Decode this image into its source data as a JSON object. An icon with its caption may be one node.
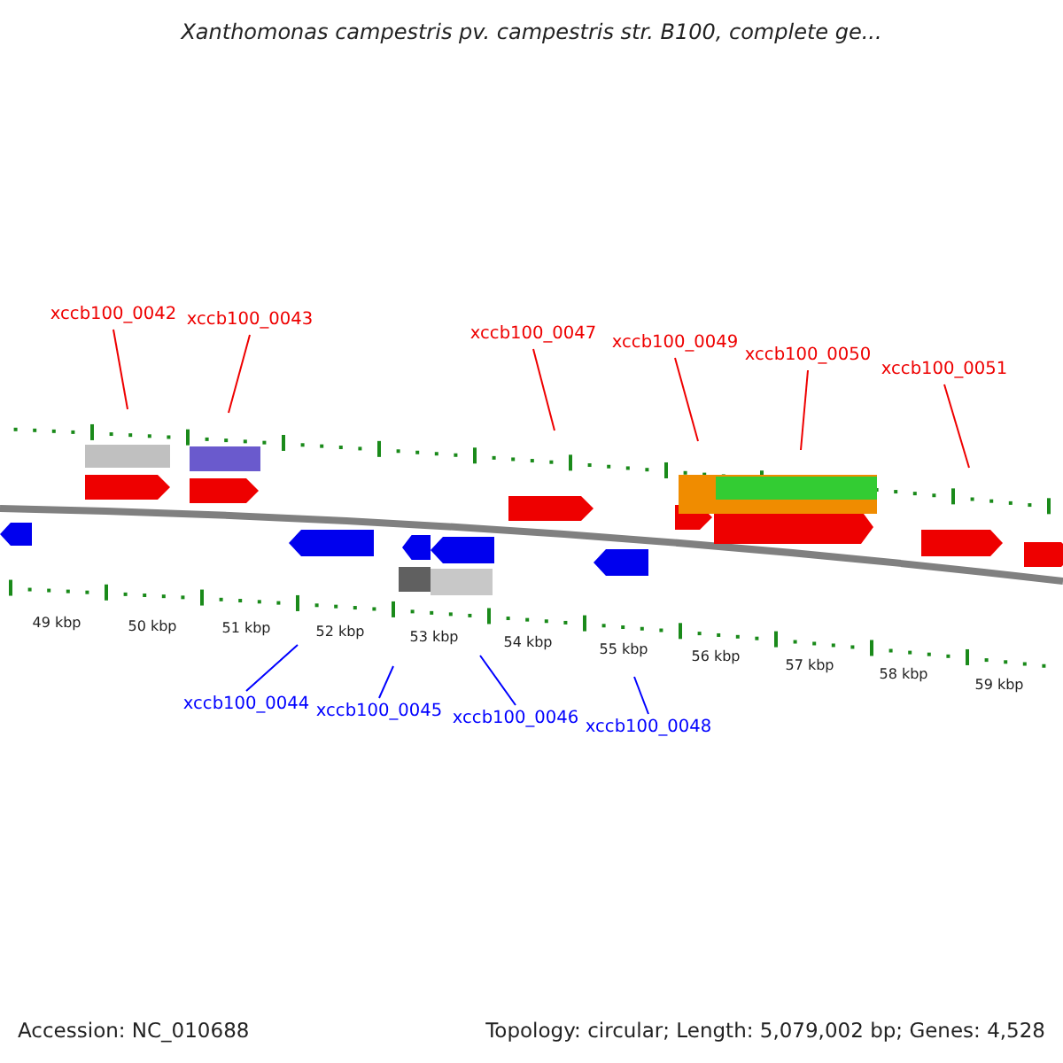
{
  "diagram": {
    "title": "Xanthomonas campestris pv. campestris str. B100, complete ge...",
    "nodes": [
      {
        "text": [
          "xccb100_0042"
        ]
      },
      {
        "text": [
          "xccb100_0043"
        ]
      },
      {
        "text": [
          "xccb100_0047"
        ]
      },
      {
        "text": [
          "xccb100_0049"
        ]
      },
      {
        "text": [
          "xccb100_0050"
        ]
      },
      {
        "text": [
          "xccb100_0051"
        ]
      },
      {
        "text": [
          "xccb100_0044"
        ]
      },
      {
        "text": [
          "xccb100_0045"
        ]
      },
      {
        "text": [
          "xccb100_0046"
        ]
      },
      {
        "text": [
          "xccb100_0048"
        ]
      }
    ],
    "edges": [
      {
        "from": 0,
        "to": null,
        "arrow": "none"
      },
      {
        "from": 1,
        "to": null,
        "arrow": "none"
      },
      {
        "from": 2,
        "to": null,
        "arrow": "none"
      },
      {
        "from": 3,
        "to": null,
        "arrow": "none"
      },
      {
        "from": 4,
        "to": null,
        "arrow": "none"
      },
      {
        "from": 5,
        "to": null,
        "arrow": "none"
      },
      {
        "from": 6,
        "to": null,
        "arrow": "none",
        "color": "#0000ff"
      },
      {
        "from": 7,
        "to": null,
        "arrow": "none",
        "color": "#0000ff"
      },
      {
        "from": 8,
        "to": null,
        "arrow": "none",
        "color": "#0000ff"
      },
      {
        "from": 9,
        "to": null,
        "arrow": "none",
        "color": "#0000ff"
      }
    ],
    "labels": [
      "49 kbp",
      "50 kbp",
      "51 kbp",
      "52 kbp",
      "53 kbp",
      "54 kbp",
      "55 kbp",
      "56 kbp",
      "57 kbp",
      "58 kbp",
      "59 kbp",
      "Accession: NC_010688",
      "Topology: circular; Length: 5,079,002 bp; Genes: 4,528"
    ]
  }
}
